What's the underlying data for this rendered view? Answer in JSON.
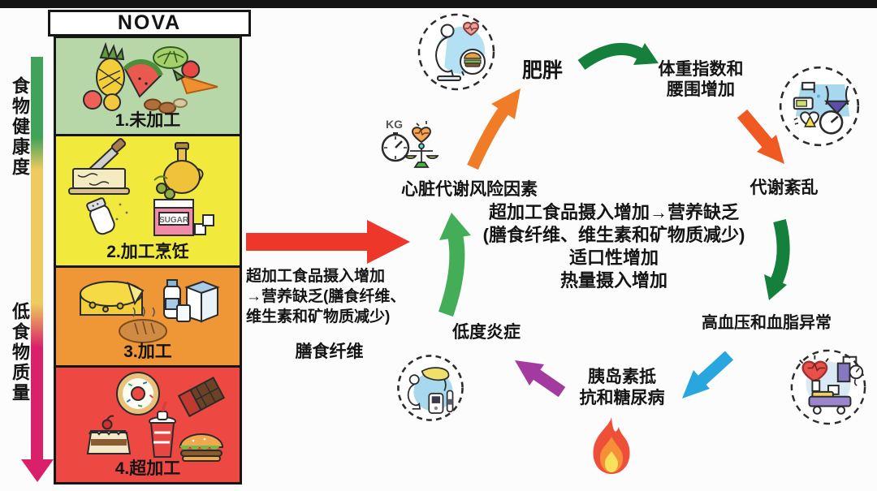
{
  "colors": {
    "level1": "#b7d7a9",
    "level2": "#f1e93b",
    "level3": "#ef9636",
    "level4": "#ee4843",
    "axis_green": "#41a25a",
    "axis_yellow": "#eecb5e",
    "axis_pink": "#d92069",
    "red_arrow": "#ee372b",
    "dark_green_arrow": "#15803c",
    "green_arrow": "#43ad57",
    "orange_arrow": "#f07c28",
    "orange_red_arrow": "#f05a22",
    "blue_arrow": "#2aa6df",
    "purple_arrow": "#a23aa0"
  },
  "nova": {
    "header": "NOVA",
    "levels": [
      {
        "label": "1.未加工"
      },
      {
        "label": "2.加工烹饪"
      },
      {
        "label": "3.加工"
      },
      {
        "label": "4.超加工"
      }
    ],
    "sugar_label": "SUGAR"
  },
  "axis": {
    "top_label": "食物健康度",
    "bottom_label": "低食物质量"
  },
  "transfer_note": {
    "line1": "超加工食品摄入增加",
    "line2": "→营养缺乏(膳食纤维、",
    "line3": "维生素和矿物质减少)",
    "footnote": "膳食纤维"
  },
  "center_note": {
    "line1": "超加工食品摄入增加→营养缺乏",
    "line2": "(膳食纤维、维生素和矿物质减少)",
    "line3": "适口性增加",
    "line4": "热量摄入增加"
  },
  "cycle": {
    "obesity": "肥胖",
    "bmi_line1": "体重指数和",
    "bmi_line2": "腰围增加",
    "metabolic": "代谢紊乱",
    "hypertension": "高血压和血脂异常",
    "insulin_line1": "胰岛素抵",
    "insulin_line2": "抗和糖尿病",
    "inflammation": "低度炎症",
    "cardiometabolic": "心脏代谢风险因素",
    "kg_label": "KG"
  }
}
